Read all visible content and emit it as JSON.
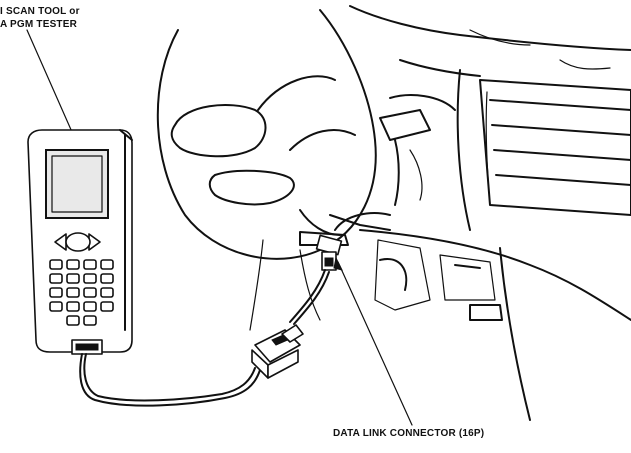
{
  "labels": {
    "tool_line_1": "I SCAN TOOL or",
    "tool_line_2": "A PGM TESTER",
    "connector": "DATA LINK CONNECTOR (16P)"
  },
  "colors": {
    "ink": "#111111",
    "paper": "#ffffff"
  }
}
